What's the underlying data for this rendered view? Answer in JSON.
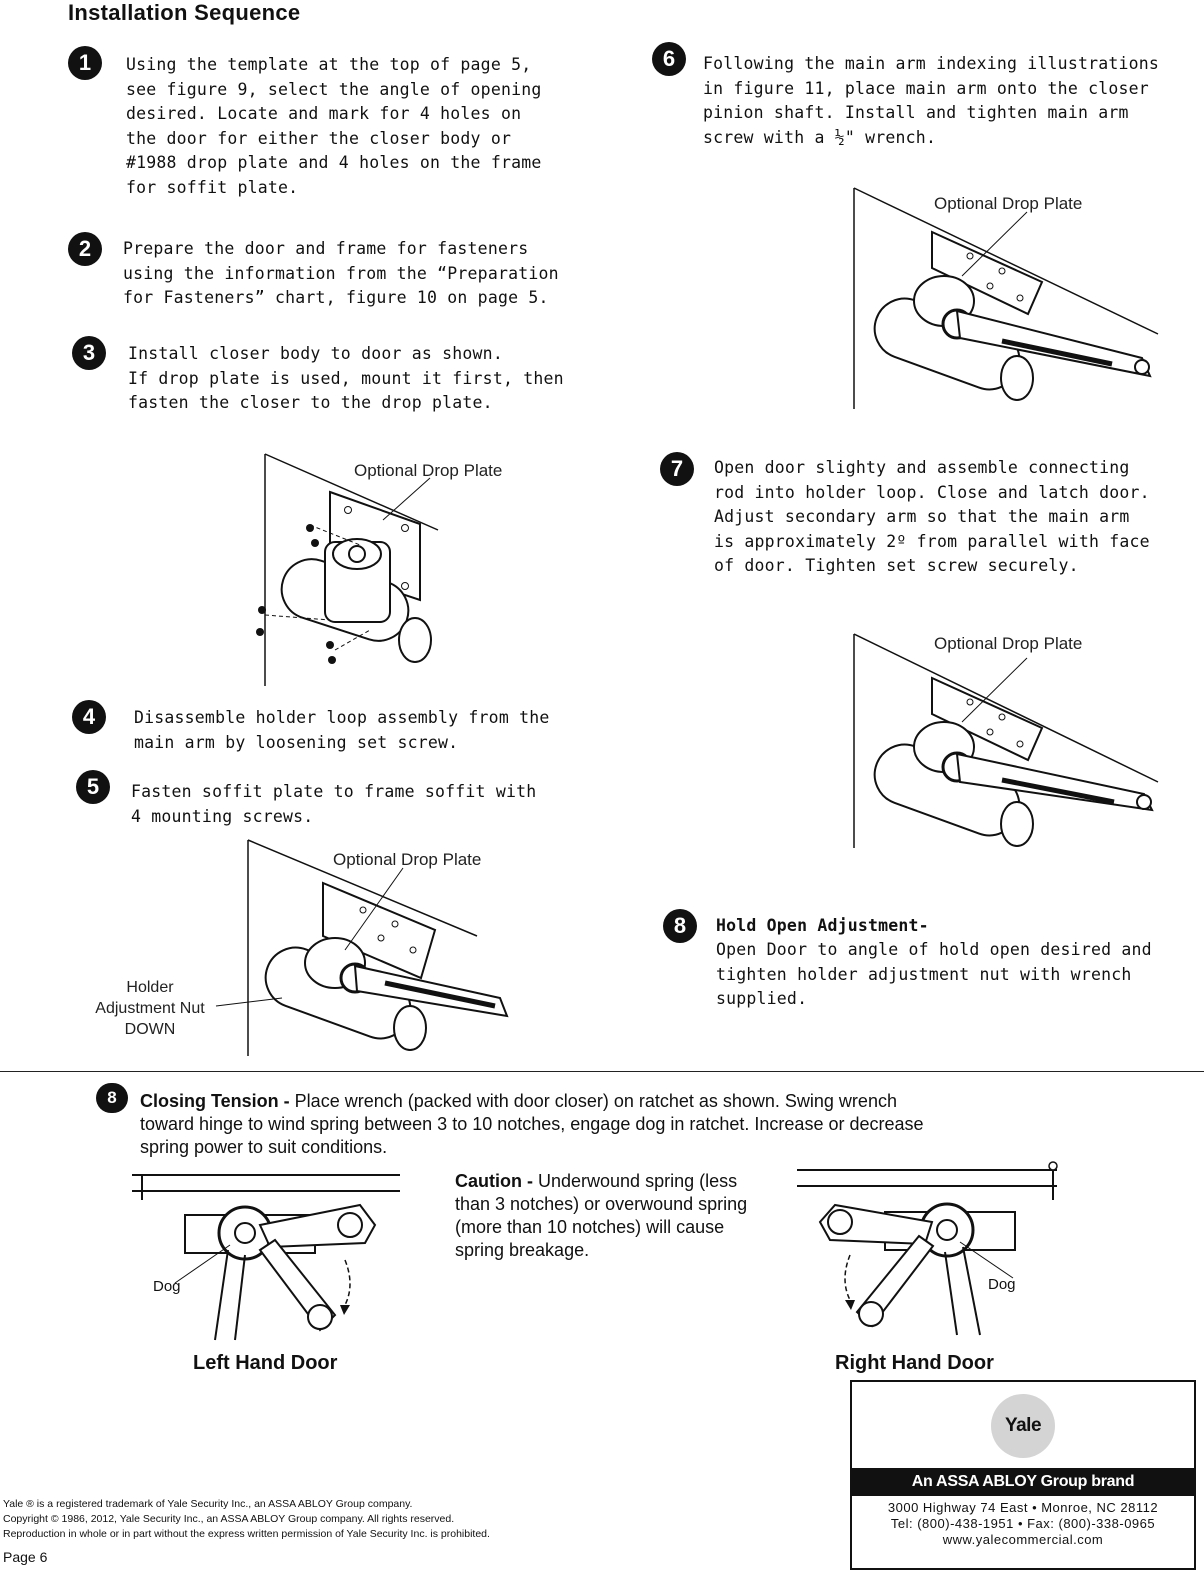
{
  "title": "Installation Sequence",
  "steps": [
    {
      "num": "1",
      "text": "Using the template at the top of page 5,\nsee figure 9, select the angle of opening\ndesired. Locate and mark for 4 holes on\nthe door for either the closer body or\n#1988 drop plate and 4 holes on the frame\nfor soffit plate."
    },
    {
      "num": "2",
      "text": "Prepare the door and frame for fasteners\nusing the information from the “Preparation\nfor Fasteners” chart, figure 10 on page 5."
    },
    {
      "num": "3",
      "text": "Install closer body to door as shown.\nIf drop plate is used, mount it first, then\nfasten the closer to the drop plate."
    },
    {
      "num": "4",
      "text": "Disassemble holder loop assembly from the\nmain arm by loosening set screw."
    },
    {
      "num": "5",
      "text": "Fasten soffit plate to frame soffit with\n4 mounting screws."
    },
    {
      "num": "6",
      "text": "Following the main arm indexing illustrations\nin figure 11, place main arm onto the closer\npinion shaft. Install and tighten main arm\nscrew with a ½\" wrench."
    },
    {
      "num": "7",
      "text": "Open door slighty and assemble connecting\nrod into holder loop. Close and latch door.\nAdjust secondary arm so that the main arm\nis approximately 2º  from parallel with face\nof door. Tighten set screw securely."
    },
    {
      "num": "8",
      "heading": "Hold Open Adjustment-",
      "text": "Open Door to angle of hold open desired and\ntighten holder adjustment nut with wrench\nsupplied."
    }
  ],
  "callouts": {
    "drop_plate": "Optional Drop Plate",
    "holder_nut": "Holder\nAdjustment Nut\nDOWN"
  },
  "closing": {
    "num": "8",
    "heading": "Closing Tension -",
    "text": " Place wrench (packed with door closer) on ratchet as shown. Swing wrench toward hinge to wind spring between 3 to 10 notches, engage dog in ratchet. Increase or decrease spring power to suit conditions.",
    "caution_heading": "Caution -",
    "caution_text": " Underwound spring (less than 3 notches) or overwound spring (more than 10 notches) will cause spring breakage.",
    "dog_label": "Dog",
    "left_label": "Left Hand Door",
    "right_label": "Right Hand Door"
  },
  "brand": {
    "logo": "Yale",
    "group": "An ASSA ABLOY Group brand",
    "address": "3000 Highway 74 East  •  Monroe, NC 28112",
    "phone": "Tel: (800)-438-1951  •  Fax: (800)-338-0965",
    "web": "www.yalecommercial.com"
  },
  "legal": [
    "Yale ® is a registered trademark of Yale Security Inc., an ASSA ABLOY Group company.",
    "Copyright © 1986, 2012, Yale Security Inc., an ASSA ABLOY Group company. All rights reserved.",
    "Reproduction in whole or in part without the express written permission of Yale Security Inc. is prohibited."
  ],
  "page": "Page 6"
}
